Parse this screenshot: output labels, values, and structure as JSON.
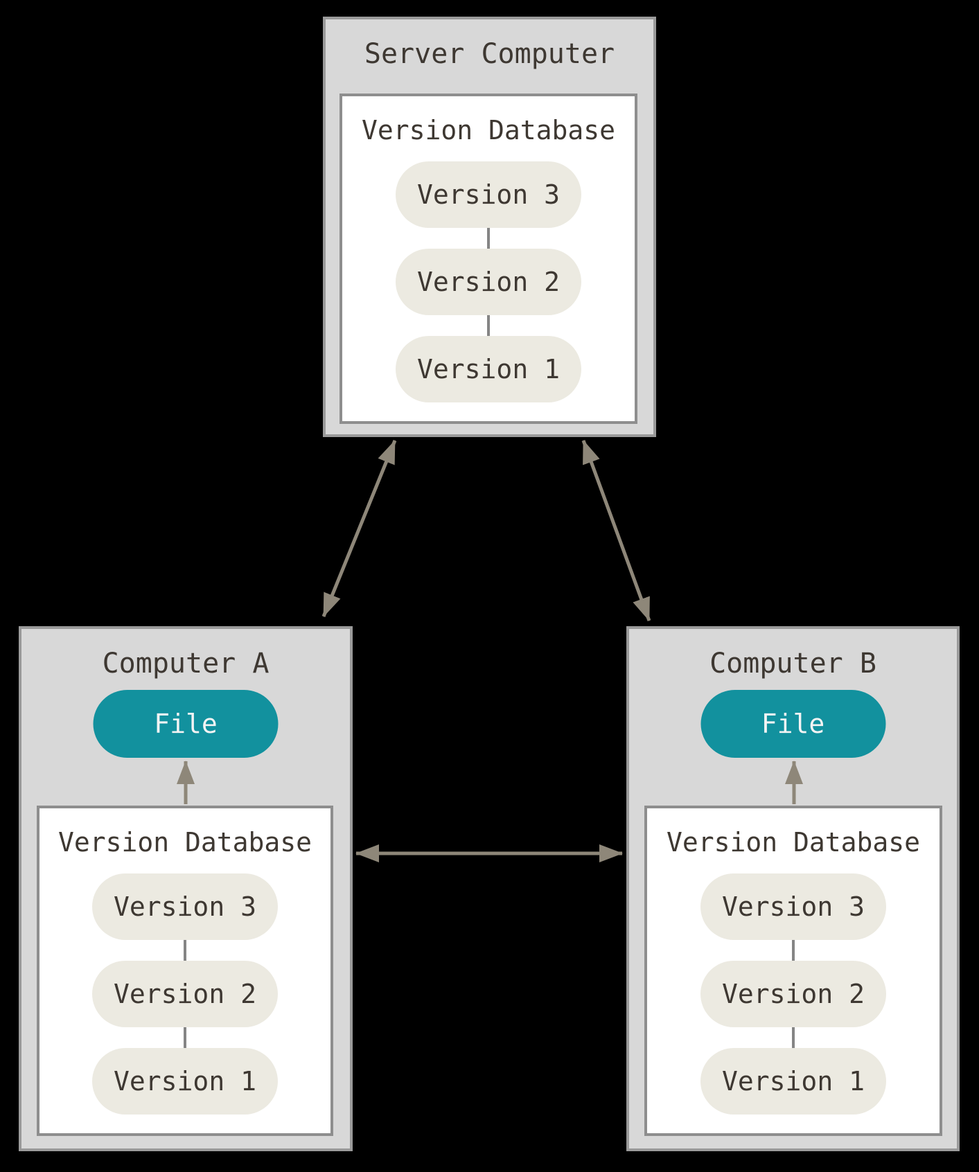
{
  "diagram": {
    "type": "distributed-version-control",
    "server": {
      "title": "Server Computer",
      "database": {
        "title": "Version Database",
        "versions": [
          "Version 3",
          "Version 2",
          "Version 1"
        ]
      }
    },
    "computer_a": {
      "title": "Computer A",
      "file_label": "File",
      "database": {
        "title": "Version Database",
        "versions": [
          "Version 3",
          "Version 2",
          "Version 1"
        ]
      }
    },
    "computer_b": {
      "title": "Computer B",
      "file_label": "File",
      "database": {
        "title": "Version Database",
        "versions": [
          "Version 3",
          "Version 2",
          "Version 1"
        ]
      }
    },
    "arrows": [
      "server to computer-a (bidirectional)",
      "server to computer-b (bidirectional)",
      "computer-a to computer-b (bidirectional)",
      "computer-a database to file (up)",
      "computer-b database to file (up)"
    ],
    "colors": {
      "background": "#000000",
      "machine_fill": "#d8d8d8",
      "machine_border": "#9a9a9a",
      "panel_fill": "#ffffff",
      "panel_border": "#8e8e8e",
      "version_pill_fill": "#eceae1",
      "file_pill_fill": "#12919e",
      "file_pill_text": "#f4f4f4",
      "text": "#3e3832",
      "arrow": "#8e8779",
      "connector": "#858585"
    }
  }
}
